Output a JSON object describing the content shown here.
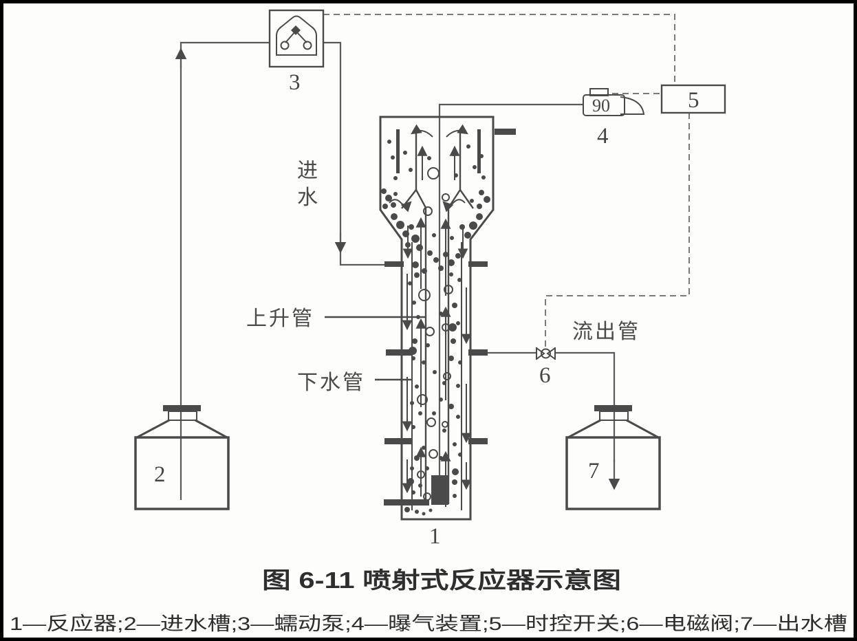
{
  "figure": {
    "title": "图 6-11  喷射式反应器示意图",
    "caption": "1—反应器;2—进水槽;3—蠕动泵;4—曝气装置;5—时控开关;6—电磁阀;7—出水槽"
  },
  "pipe_labels": {
    "inlet_water_chars": [
      "进",
      "水"
    ],
    "riser": "上升管",
    "downcomer": "下水管",
    "outflow": "流出管"
  },
  "components": {
    "reactor": {
      "number": "1"
    },
    "inlet_tank": {
      "number": "2"
    },
    "pump": {
      "number": "3"
    },
    "aerator": {
      "number": "4",
      "display": "90"
    },
    "timer_switch": {
      "number": "5"
    },
    "solenoid_valve": {
      "number": "6"
    },
    "outlet_tank": {
      "number": "7"
    }
  },
  "colors": {
    "line": "#4a4a4a",
    "pipe": "#5a5a5a",
    "dashed_control": "#7a7a7a",
    "background": "#fdfdfc",
    "frame": "#000000",
    "text": "#2e2e2e"
  }
}
